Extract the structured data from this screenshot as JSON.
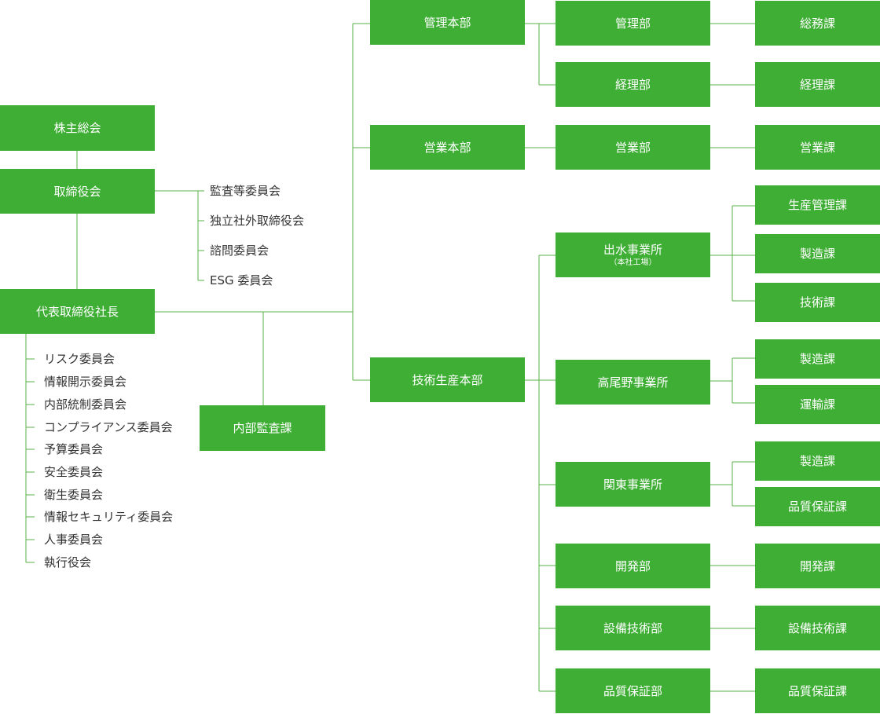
{
  "top": {
    "shareholders": "株主総会",
    "board": "取締役会",
    "president": "代表取締役社長",
    "internal_audit": "内部監査課"
  },
  "board_committees": [
    "監査等委員会",
    "独立社外取締役会",
    "諮問委員会",
    "ESG 委員会"
  ],
  "president_committees": [
    "リスク委員会",
    "情報開示委員会",
    "内部統制委員会",
    "コンプライアンス委員会",
    "予算委員会",
    "安全委員会",
    "衛生委員会",
    "情報セキュリティ委員会",
    "人事委員会",
    "執行役会"
  ],
  "divisions": {
    "admin": "管理本部",
    "sales": "営業本部",
    "tech": "技術生産本部"
  },
  "departments": {
    "kanri": "管理部",
    "keiri": "経理部",
    "eigyo": "営業部",
    "izumi": "出水事業所",
    "izumi_sub": "（本社工場）",
    "takao": "高尾野事業所",
    "kanto": "関東事業所",
    "kaihatsu": "開発部",
    "setsubi": "設備技術部",
    "hinshitsu": "品質保証部"
  },
  "sections": {
    "somu": "総務課",
    "keiri": "経理課",
    "eigyo": "営業課",
    "seisan_kanri": "生産管理課",
    "izumi_seizo": "製造課",
    "izumi_gijutsu": "技術課",
    "takao_seizo": "製造課",
    "takao_unyu": "運輸課",
    "kanto_seizo": "製造課",
    "kanto_hinshitsu": "品質保証課",
    "kaihatsu": "開発課",
    "setsubi": "設備技術課",
    "hinshitsu": "品質保証課"
  },
  "colors": {
    "box": "#3fae35",
    "line": "#5ab04a",
    "text": "#333333"
  }
}
